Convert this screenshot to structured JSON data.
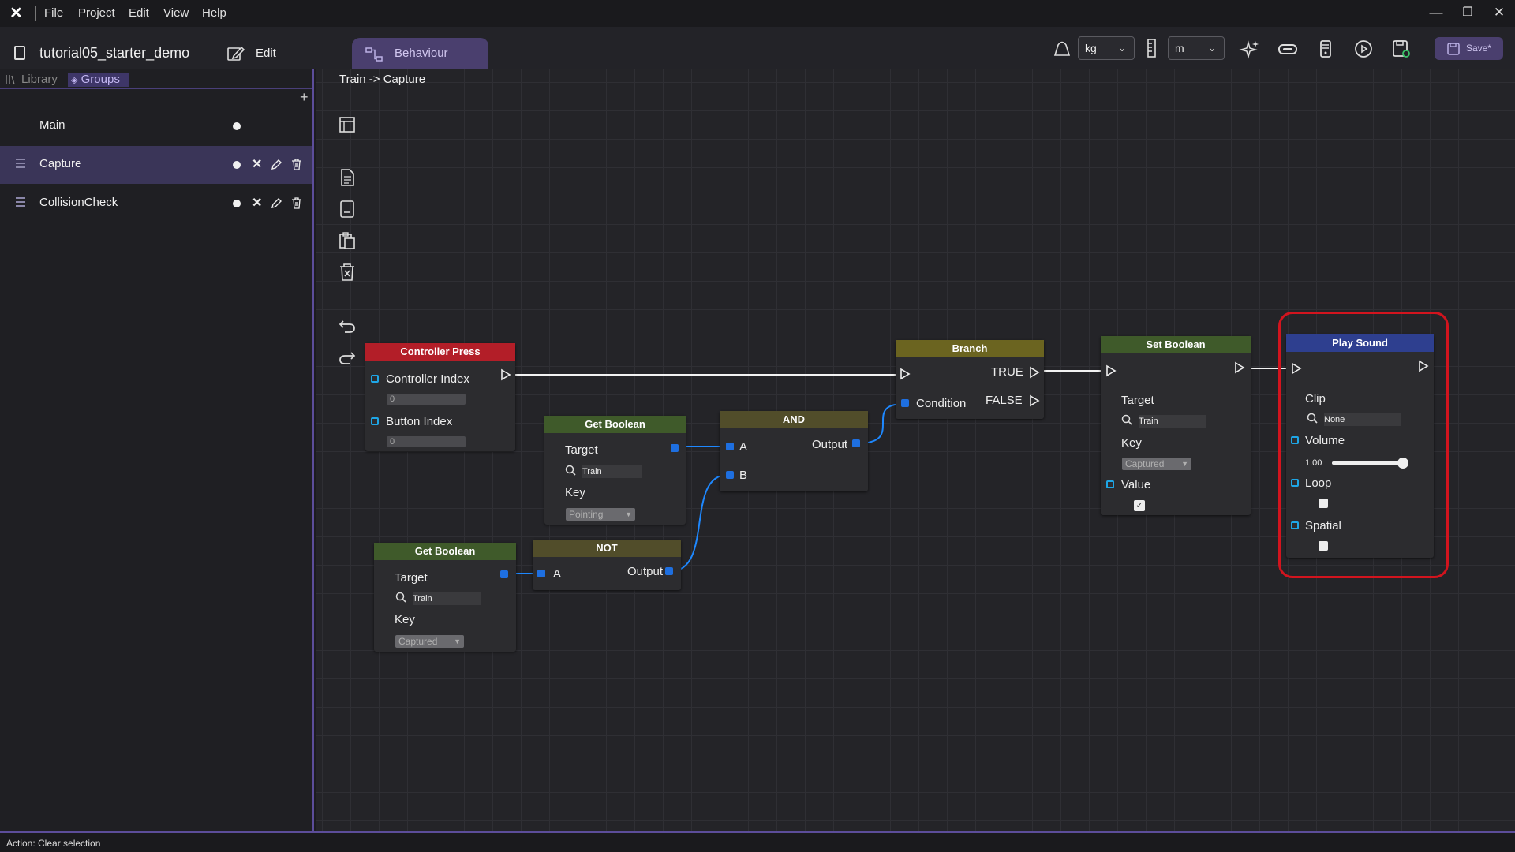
{
  "menu": {
    "file": "File",
    "project": "Project",
    "edit": "Edit",
    "view": "View",
    "help": "Help"
  },
  "toolbar": {
    "project_name": "tutorial05_starter_demo",
    "edit_label": "Edit",
    "tab_label": "Behaviour",
    "mass_unit": "kg",
    "length_unit": "m",
    "save_label": "Save*"
  },
  "panel": {
    "library_tab": "Library",
    "groups_tab": "Groups",
    "groups": [
      {
        "name": "Main"
      },
      {
        "name": "Capture"
      },
      {
        "name": "CollisionCheck"
      }
    ]
  },
  "breadcrumb": "Train -> Capture",
  "nodes": {
    "controller_press": {
      "title": "Controller Press",
      "controller_index": "Controller Index",
      "controller_index_value": "0",
      "button_index": "Button Index",
      "button_index_value": "0"
    },
    "get_boolean_1": {
      "title": "Get Boolean",
      "target": "Target",
      "target_value": "Train",
      "key": "Key",
      "key_value": "Pointing"
    },
    "get_boolean_2": {
      "title": "Get Boolean",
      "target": "Target",
      "target_value": "Train",
      "key": "Key",
      "key_value": "Captured"
    },
    "and": {
      "title": "AND",
      "a": "A",
      "b": "B",
      "output": "Output"
    },
    "not": {
      "title": "NOT",
      "a": "A",
      "output": "Output"
    },
    "branch": {
      "title": "Branch",
      "true_label": "TRUE",
      "false_label": "FALSE",
      "condition": "Condition"
    },
    "set_boolean": {
      "title": "Set Boolean",
      "target": "Target",
      "target_value": "Train",
      "key": "Key",
      "key_value": "Captured",
      "value": "Value"
    },
    "play_sound": {
      "title": "Play Sound",
      "clip": "Clip",
      "clip_value": "None",
      "volume": "Volume",
      "volume_value": "1.00",
      "volume_level": 1.0,
      "loop": "Loop",
      "spatial": "Spatial"
    }
  },
  "colors": {
    "controller_press": "#b31e28",
    "get_boolean": "#3f5a2a",
    "logic": "#514d2a",
    "branch": "#6b6420",
    "set_boolean": "#3f5a2a",
    "play_sound": "#2e3f8f",
    "highlight": "#d2141e",
    "accent": "#4a3f6e"
  },
  "status": "Action: Clear selection"
}
